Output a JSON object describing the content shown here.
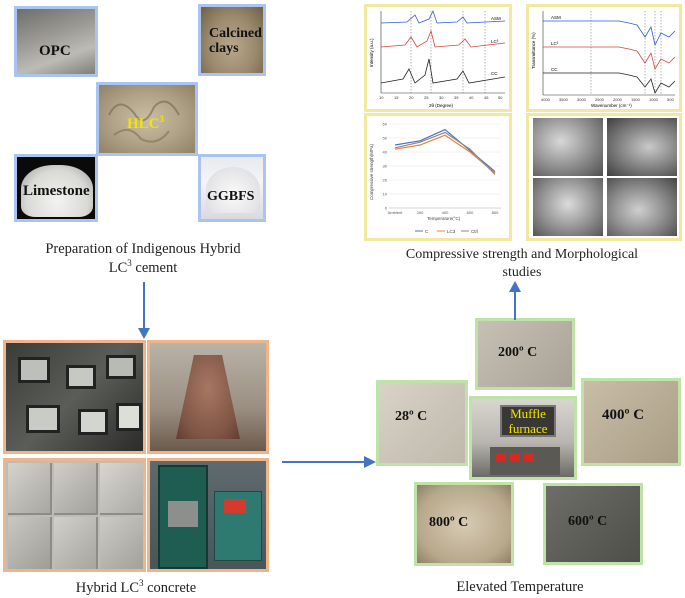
{
  "materials": {
    "opc": "OPC",
    "calcined_clays": "Calcined clays",
    "hlc3": "HLC",
    "hlc3_sup": "3",
    "limestone": "Limestone",
    "ggbfs": "GGBFS"
  },
  "captions": {
    "preparation_line1": "Preparation of Indigenous Hybrid",
    "preparation_line2_pre": "LC",
    "preparation_line2_sup": "3",
    "preparation_line2_post": " cement",
    "concrete_pre": "Hybrid  LC",
    "concrete_sup": "3",
    "concrete_post": " concrete",
    "elevated": "Elevated Temperature",
    "studies_line1": "Compressive strength and Morphological",
    "studies_line2": "studies"
  },
  "temperatures": {
    "t28": "28º C",
    "t200": "200º C",
    "t400": "400º C",
    "t600": "600º C",
    "t800": "800º C"
  },
  "furnace": {
    "line1": "Muffle",
    "line2": "furnace"
  },
  "xrd": {
    "xlabel": "2θ (Degree)",
    "ylabel": "Intensity (a.u.)",
    "series": [
      "ASM",
      "LC³",
      "CC"
    ],
    "ticks": [
      "10",
      "15",
      "20",
      "25",
      "30",
      "35",
      "40",
      "45",
      "50"
    ]
  },
  "ftir": {
    "xlabel": "Wavenumber (cm⁻¹)",
    "ylabel": "Transmittance (%)",
    "series": [
      "ASM",
      "LC³",
      "CC"
    ],
    "ticks": [
      "4000",
      "3500",
      "3000",
      "2500",
      "2000",
      "1500",
      "1000",
      "500"
    ]
  },
  "strength_chart": {
    "xlabel": "Temperature(°C)",
    "ylabel": "Compressive strength(MPa)",
    "y_ticks": [
      "0",
      "10",
      "20",
      "30",
      "40",
      "50",
      "60"
    ],
    "legend": [
      "C",
      "LC3",
      "Ctrl"
    ]
  },
  "chart_data": {
    "type": "line",
    "x": [
      "Ambient",
      "200",
      "400",
      "600",
      "800"
    ],
    "y_range": [
      0,
      60
    ],
    "series": [
      {
        "name": "C",
        "color": "#4a72c4",
        "values": [
          45,
          48,
          56,
          41,
          26
        ]
      },
      {
        "name": "LC3",
        "color": "#e8843c",
        "values": [
          42,
          45,
          52,
          40,
          25
        ]
      },
      {
        "name": "Ctrl",
        "color": "#8a8a8a",
        "values": [
          43,
          47,
          54,
          42,
          24
        ]
      }
    ],
    "xlabel": "Temperature(°C)",
    "ylabel": "Compressive strength(MPa)"
  },
  "colors": {
    "blue_border": "#a9c4ee",
    "orange_border": "#f0b48a",
    "green_border": "#bfe3a6",
    "yellow_border": "#f3e8a1",
    "arrow": "#4472c4",
    "highlight_text": "#f5e400"
  }
}
